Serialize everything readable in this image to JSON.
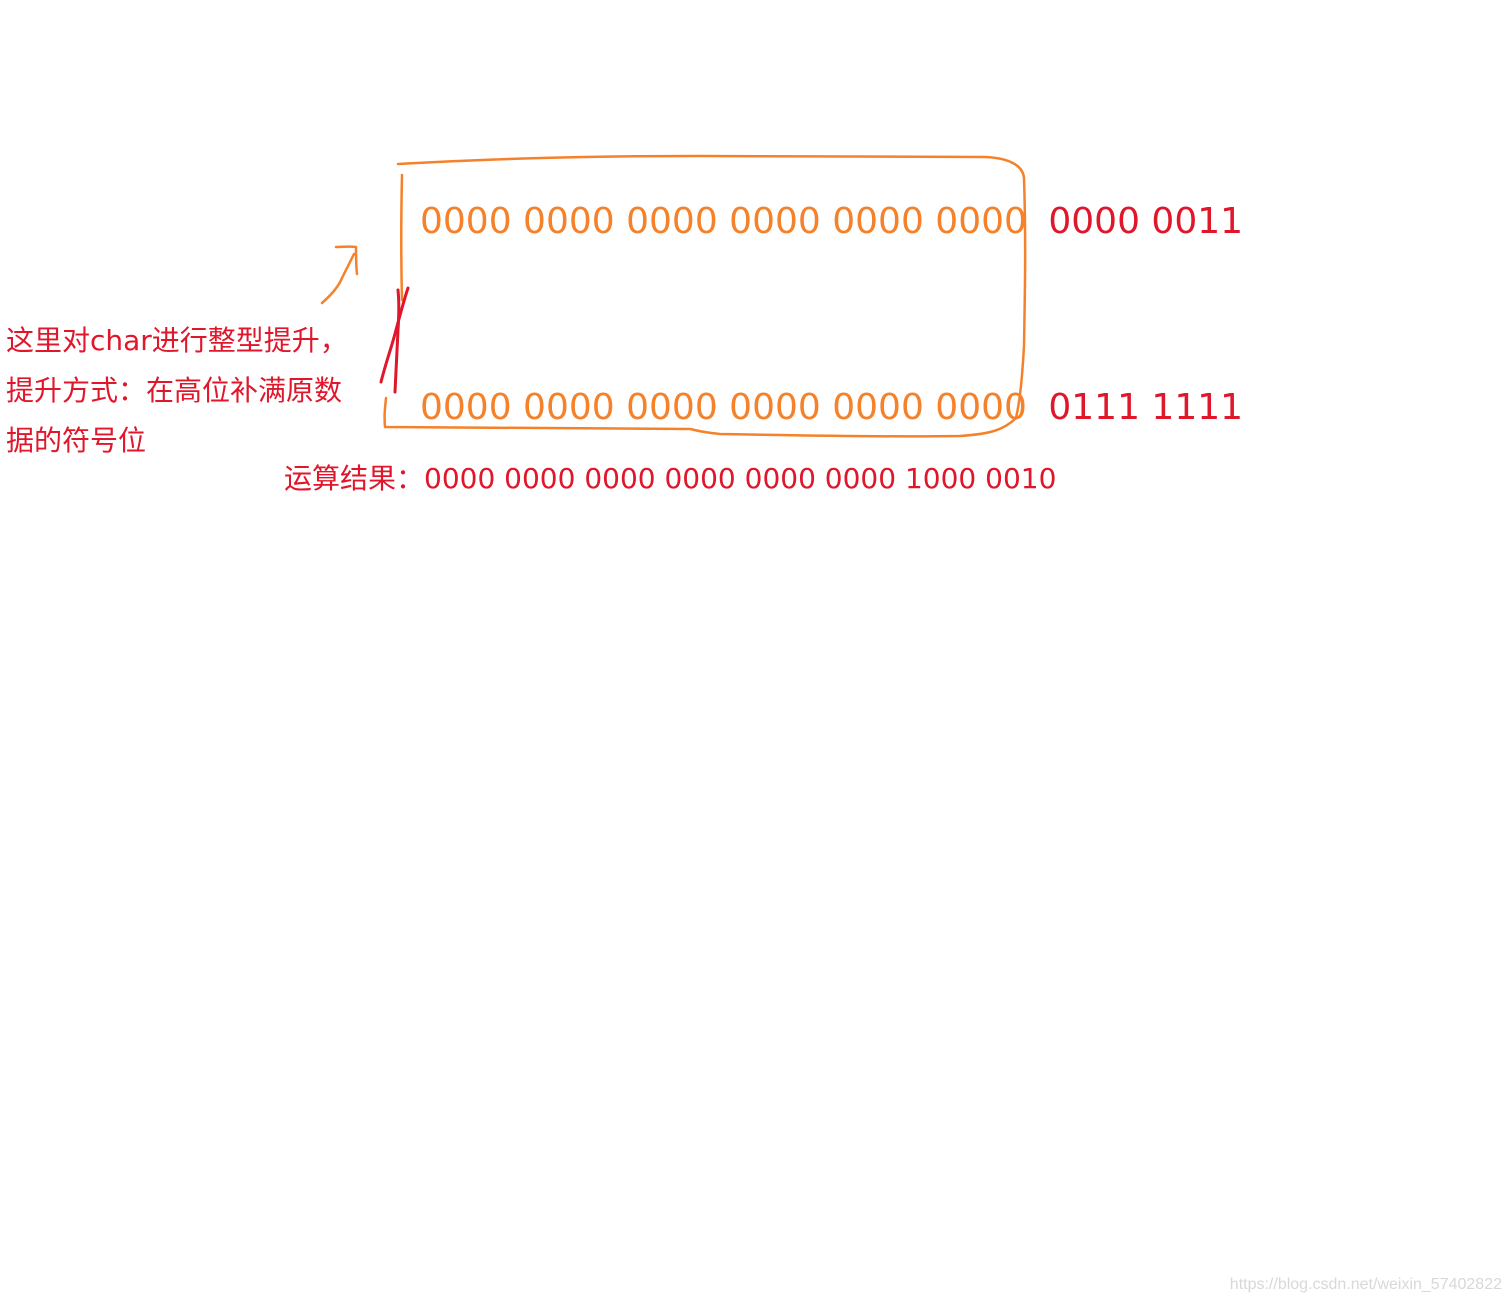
{
  "colors": {
    "orange": "#f5822a",
    "red": "#e0162b",
    "watermark": "#d8d8d8"
  },
  "binary": {
    "line1": {
      "high": "0000 0000 0000 0000 0000 0000",
      "low": "0000 0011"
    },
    "line2": {
      "high": "0000 0000 0000 0000 0000 0000",
      "low": "0111 1111"
    }
  },
  "note": {
    "line1": "这里对char进行整型提升，",
    "line2": "提升方式：在高位补满原数",
    "line3": "据的符号位"
  },
  "result": {
    "label": "运算结果：",
    "value": "0000 0000 0000 0000 0000 0000 1000 0010"
  },
  "watermark": "https://blog.csdn.net/weixin_57402822",
  "icons": {
    "arrow": "orange-hand-drawn-arrow-icon",
    "bracket": "red-hand-drawn-bracket-icon"
  }
}
